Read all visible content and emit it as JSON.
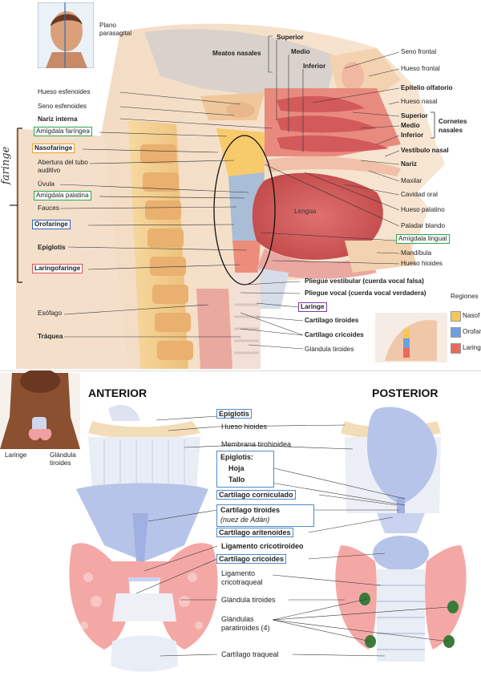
{
  "top": {
    "thumbnail_caption": "Plano\nparasagital",
    "handwritten_note": "faringe",
    "labels": {
      "plano": "Plano",
      "parasagital": "parasagital",
      "meatos_nasales": "Meatos nasales",
      "superior_meato": "Superior",
      "medio_meato": "Medio",
      "inferior_meato": "Inferior",
      "seno_frontal": "Seno frontal",
      "hueso_frontal": "Hueso frontal",
      "epitelio_olfatorio": "Epitelio olfatorio",
      "hueso_nasal": "Hueso nasal",
      "superior_cornete": "Superior",
      "medio_cornete": "Medio",
      "inferior_cornete": "Inferior",
      "cornetes_nasales_1": "Cornetes",
      "cornetes_nasales_2": "nasales",
      "vestibulo_nasal": "Vestíbulo nasal",
      "nariz": "Nariz",
      "maxilar": "Maxilar",
      "cavidad_oral": "Cavidad oral",
      "hueso_palatino": "Hueso palatino",
      "paladar_blando": "Paladar blando",
      "amigdala_lingual": "Amígdala lingual",
      "mandibula": "Mandíbula",
      "hueso_hioides": "Hueso hioides",
      "lengua": "Lengua",
      "hueso_esfenoides": "Hueso esfenoides",
      "seno_esfenoides": "Seno esfenoides",
      "nariz_interna": "Nariz interna",
      "amigdala_faringea": "Amígdala faríngea",
      "nasofaringe": "Nasofaringe",
      "abertura_tubo_1": "Abertura del tubo",
      "abertura_tubo_2": "auditivo",
      "uvula": "Úvula",
      "amigdala_palatina": "Amígdala palatina",
      "fauces": "Fauces",
      "orofaringe": "Orofaringe",
      "epiglotis": "Epiglotis",
      "laringofaringe": "Laringofaringe",
      "pliegue_vestibular": "Pliegue vestibular (cuerda vocal falsa)",
      "pliegue_vocal": "Pliegue vocal (cuerda vocal verdadera)",
      "laringe": "Laringe",
      "esofago": "Esófago",
      "cartilago_tiroides": "Cartílago tiroides",
      "cartilago_cricoides": "Cartílago cricoides",
      "traquea": "Tráquea",
      "glandula_tiroides": "Glándula tiroides"
    },
    "legend": {
      "title": "Regiones",
      "items": [
        {
          "label": "Nasof",
          "color": "#f7c65a"
        },
        {
          "label": "Orofar",
          "color": "#6aa0e0"
        },
        {
          "label": "Laring",
          "color": "#e86a5a"
        }
      ]
    }
  },
  "bottom": {
    "anterior": "ANTERIOR",
    "posterior": "POSTERIOR",
    "thumb_laringe": "Laringe",
    "thumb_glandula_1": "Glándula",
    "thumb_glandula_2": "tiroides",
    "labels": {
      "epiglotis": "Epiglotis",
      "hueso_hioides": "Hueso hioides",
      "membrana": "Membrana tirohioidea",
      "epiglotis2": "Epiglotis:",
      "hoja": "Hoja",
      "tallo": "Tallo",
      "corniculado": "Cartílago corniculado",
      "tiroides": "Cartílago tiroides",
      "nuez": "(nuez de Adán)",
      "aritenoides": "Cartílago aritenoides",
      "lig_cricotiroideo": "Ligamento cricotiroideo",
      "cricoides": "Cartílago cricoides",
      "lig_cricotraqueal_1": "Ligamento",
      "lig_cricotraqueal_2": "cricotraqueal",
      "glandula_tiroides": "Glándula tiroides",
      "paratiroides_1": "Glándulas",
      "paratiroides_2": "paratiroides (4)",
      "cartilago_traqueal": "Cartílago traqueal"
    }
  },
  "colors": {
    "nasofaringe": "#f7c65a",
    "orofaringe": "#6aa0e0",
    "laringofaringe": "#e86a5a",
    "box_green": "#2aa84a",
    "box_orange": "#f0a020",
    "box_blue": "#2a62b8",
    "box_red": "#e05050",
    "box_purple": "#7a3aa8"
  }
}
